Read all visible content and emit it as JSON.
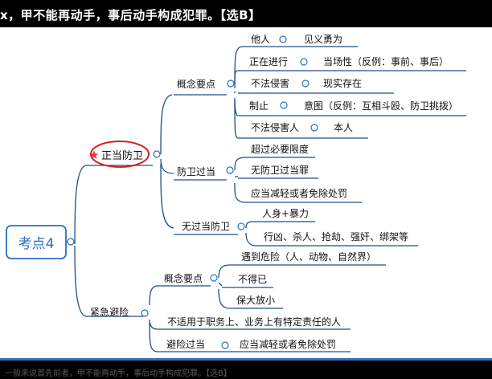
{
  "banner": {
    "text": "x，甲不能再动手，事后动手构成犯罪。【选B】"
  },
  "root": {
    "label": "考点4"
  },
  "branch1": {
    "label": "正当防卫",
    "concept": {
      "label": "概念要点",
      "items": [
        {
          "a": "他人",
          "b": "见义勇为"
        },
        {
          "a": "正在进行",
          "b": "当场性（反例：事前、事后）"
        },
        {
          "a": "不法侵害",
          "b": "现实存在"
        },
        {
          "a": "制止",
          "b": "意图（反例：互相斗殴、防卫挑拨）"
        },
        {
          "a": "不法侵害人",
          "b": "本人"
        }
      ]
    },
    "excessive": {
      "label": "防卫过当",
      "items": [
        "超过必要限度",
        "无防卫过当罪",
        "应当减轻或者免除处罚"
      ]
    },
    "unlimited": {
      "label": "无过当防卫",
      "items": [
        "人身+暴力",
        "行凶、杀人、抢劫、强奸、绑架等"
      ]
    }
  },
  "branch2": {
    "label": "紧急避险",
    "concept": {
      "label": "概念要点",
      "items": [
        "遇到危险（人、动物、自然界）",
        "不得已",
        "保大放小"
      ]
    },
    "not_applicable": "不适用于职务上、业务上有特定责任的人",
    "excessive": {
      "label": "避险过当",
      "item": "应当减轻或者免除处罚"
    }
  },
  "bottom": {
    "text": "一般来说首先前者，甲不能再动手，事后动手构成犯罪。【选B】"
  },
  "colors": {
    "line": "#1f4e8c",
    "accent": "#2a6fbf",
    "star": "#e8343a",
    "circle": "#d22222",
    "bottom_bar": "#3b6fb8"
  }
}
